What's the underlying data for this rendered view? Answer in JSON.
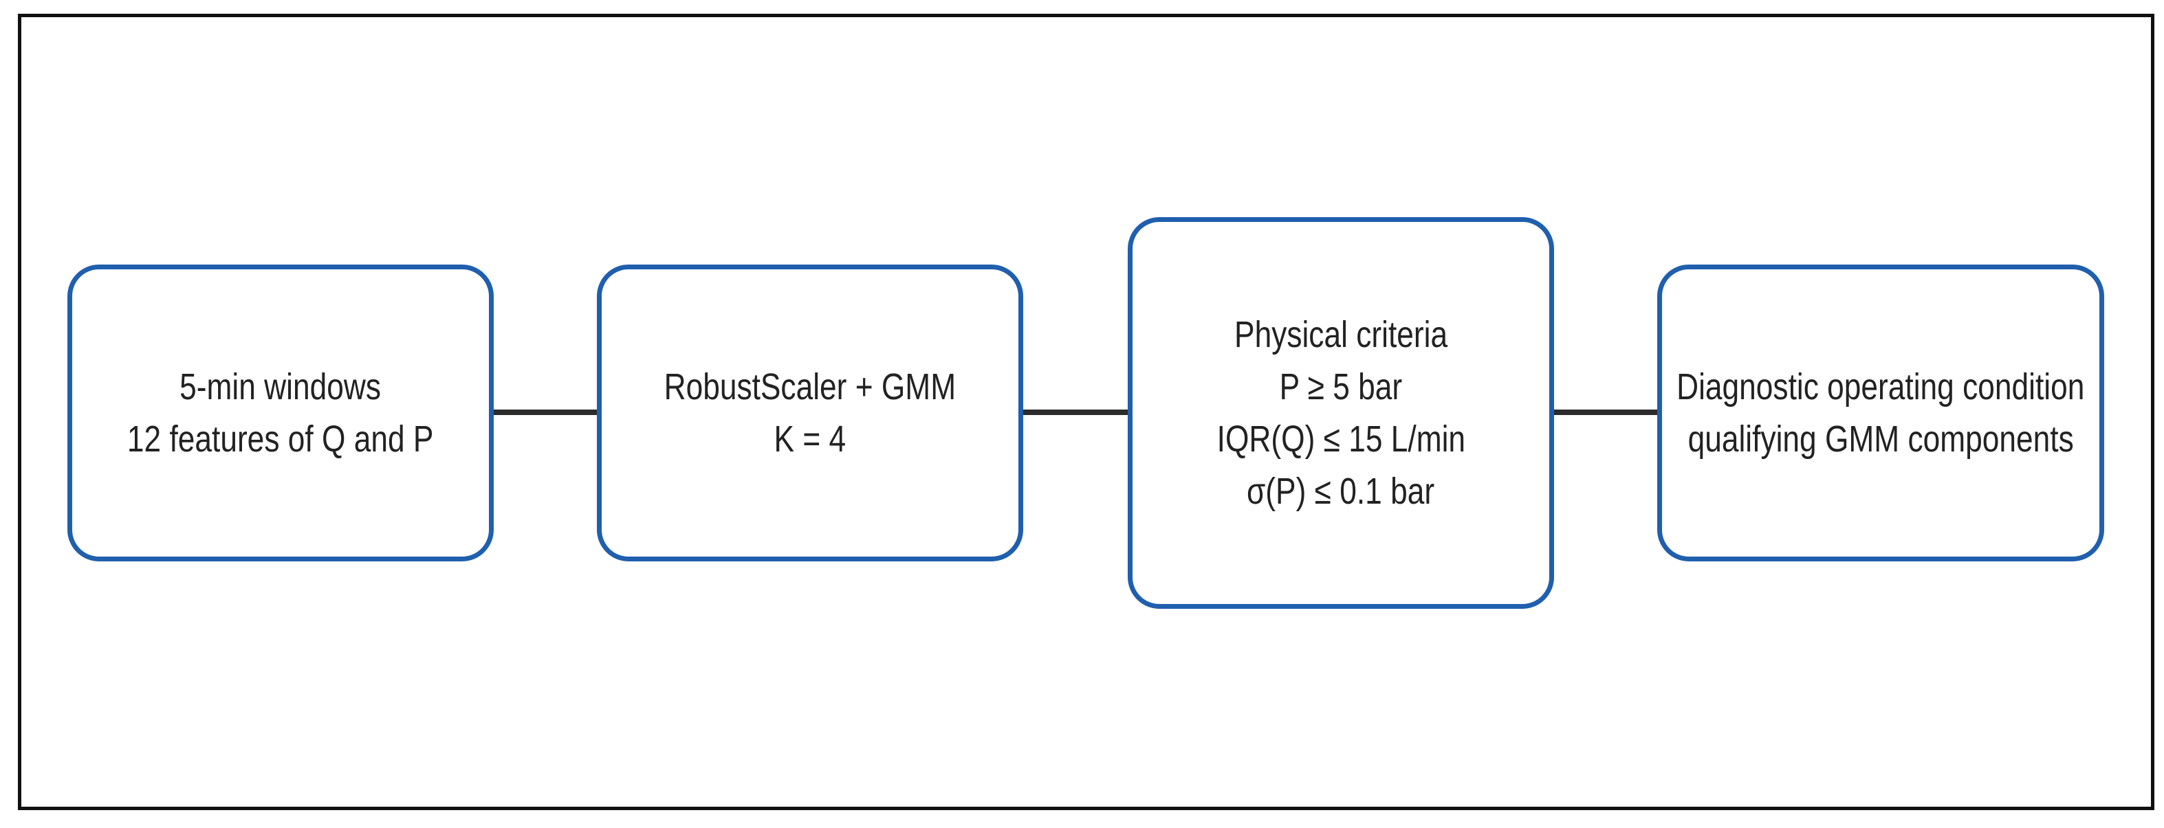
{
  "diagram": {
    "nodes": [
      {
        "id": "windows",
        "lines": [
          "5-min windows",
          "12 features of Q and P"
        ]
      },
      {
        "id": "gmm",
        "lines": [
          "RobustScaler + GMM",
          "K = 4"
        ]
      },
      {
        "id": "criteria",
        "lines": [
          "Physical criteria",
          "P ≥ 5 bar",
          "IQR(Q) ≤ 15 L/min",
          "σ(P) ≤ 0.1 bar"
        ]
      },
      {
        "id": "diagnostic",
        "lines": [
          "Diagnostic operating condition",
          "qualifying GMM components"
        ]
      }
    ],
    "edges": [
      {
        "from": "windows",
        "to": "gmm"
      },
      {
        "from": "gmm",
        "to": "criteria"
      },
      {
        "from": "criteria",
        "to": "diagnostic"
      }
    ],
    "colors": {
      "node_border": "#1f5fae",
      "edge": "#2b2b2b",
      "text": "#222222",
      "frame": "#111111"
    }
  }
}
